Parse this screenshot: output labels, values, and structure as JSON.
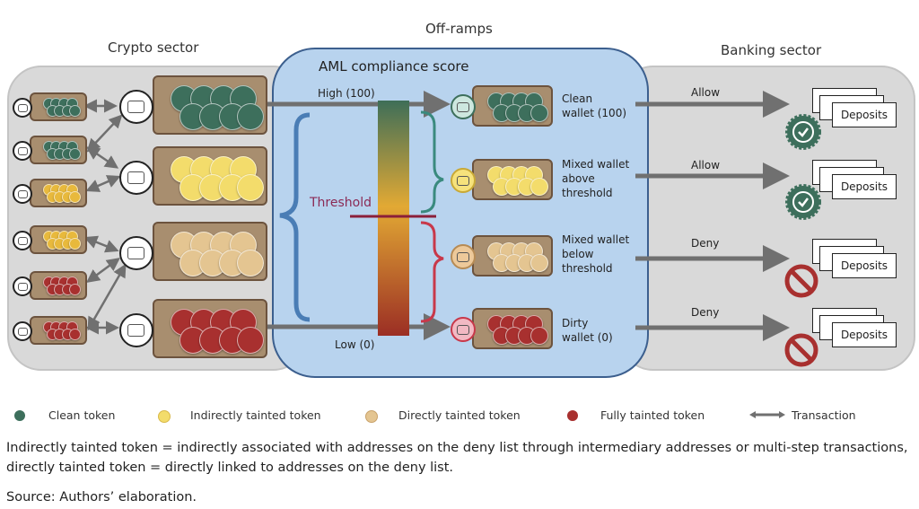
{
  "sections": {
    "crypto": "Crypto sector",
    "offramps": "Off-ramps",
    "banking": "Banking sector"
  },
  "aml": {
    "title": "AML compliance score",
    "high": "High (100)",
    "low": "Low (0)",
    "threshold": "Threshold"
  },
  "wallets": [
    {
      "type": "clean",
      "lines": [
        "Clean",
        "wallet (100)"
      ],
      "decision": "Allow",
      "deposits": "Deposits",
      "badge": "approved"
    },
    {
      "type": "indirect",
      "lines": [
        "Mixed wallet",
        "above",
        "threshold"
      ],
      "decision": "Allow",
      "deposits": "Deposits",
      "badge": "approved"
    },
    {
      "type": "direct",
      "lines": [
        "Mixed wallet",
        "below",
        "threshold"
      ],
      "decision": "Deny",
      "deposits": "Deposits",
      "badge": "denied"
    },
    {
      "type": "full",
      "lines": [
        "Dirty",
        "wallet (0)"
      ],
      "decision": "Deny",
      "deposits": "Deposits",
      "badge": "denied"
    }
  ],
  "colors": {
    "clean": "#3d6f5c",
    "indirect": "#f3dc6b",
    "direct": "#e4c591",
    "full": "#a8302f",
    "threshold_line": "#8b1f3a",
    "arrow": "#707070"
  },
  "legend": [
    {
      "key": "clean",
      "label": "Clean token"
    },
    {
      "key": "indirect",
      "label": "Indirectly tainted token"
    },
    {
      "key": "direct",
      "label": "Directly tainted token"
    },
    {
      "key": "full",
      "label": "Fully tainted token"
    },
    {
      "key": "transaction",
      "label": "Transaction"
    }
  ],
  "notes": {
    "line1": "Indirectly tainted token = indirectly associated with addresses on the deny list through intermediary addresses or multi-step transactions,",
    "line2": "directly tainted token = directly linked to addresses on the deny list.",
    "source": "Source: Authors’ elaboration."
  }
}
